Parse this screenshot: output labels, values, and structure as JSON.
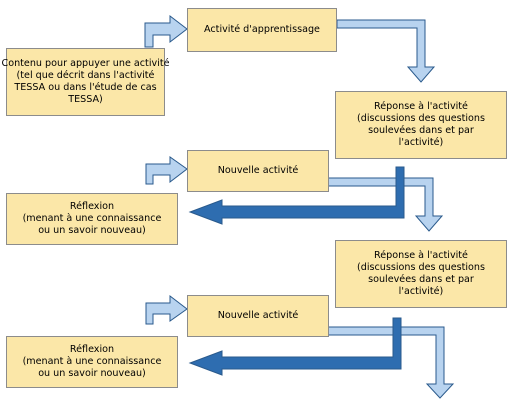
{
  "colors": {
    "box_fill": "#fbe7a8",
    "box_border": "#8c8c8c",
    "arrow_light_fill": "#b8d3ef",
    "arrow_dark_fill": "#2e6db0",
    "arrow_outline": "#2a5a8c"
  },
  "boxes": {
    "contenu": {
      "lines": [
        "Contenu pour appuyer une activité",
        "(tel que décrit dans l'activité",
        "TESSA ou dans l'étude de cas",
        "TESSA)"
      ]
    },
    "activite": {
      "lines": [
        "Activité d'apprentissage"
      ]
    },
    "reponse1": {
      "lines": [
        "Réponse à l'activité",
        "(discussions des questions",
        "soulevées dans et par",
        "l'activité)"
      ]
    },
    "nouvelle1": {
      "lines": [
        "Nouvelle activité"
      ]
    },
    "reflexion1": {
      "lines": [
        "Réflexion",
        "(menant à une connaissance",
        "ou un savoir nouveau)"
      ]
    },
    "reponse2": {
      "lines": [
        "Réponse à l'activité",
        "(discussions des questions",
        "soulevées dans et par",
        "l'activité)"
      ]
    },
    "nouvelle2": {
      "lines": [
        "Nouvelle activité"
      ]
    },
    "reflexion2": {
      "lines": [
        "Réflexion",
        "(menant à une connaissance",
        "ou un savoir nouveau)"
      ]
    }
  }
}
